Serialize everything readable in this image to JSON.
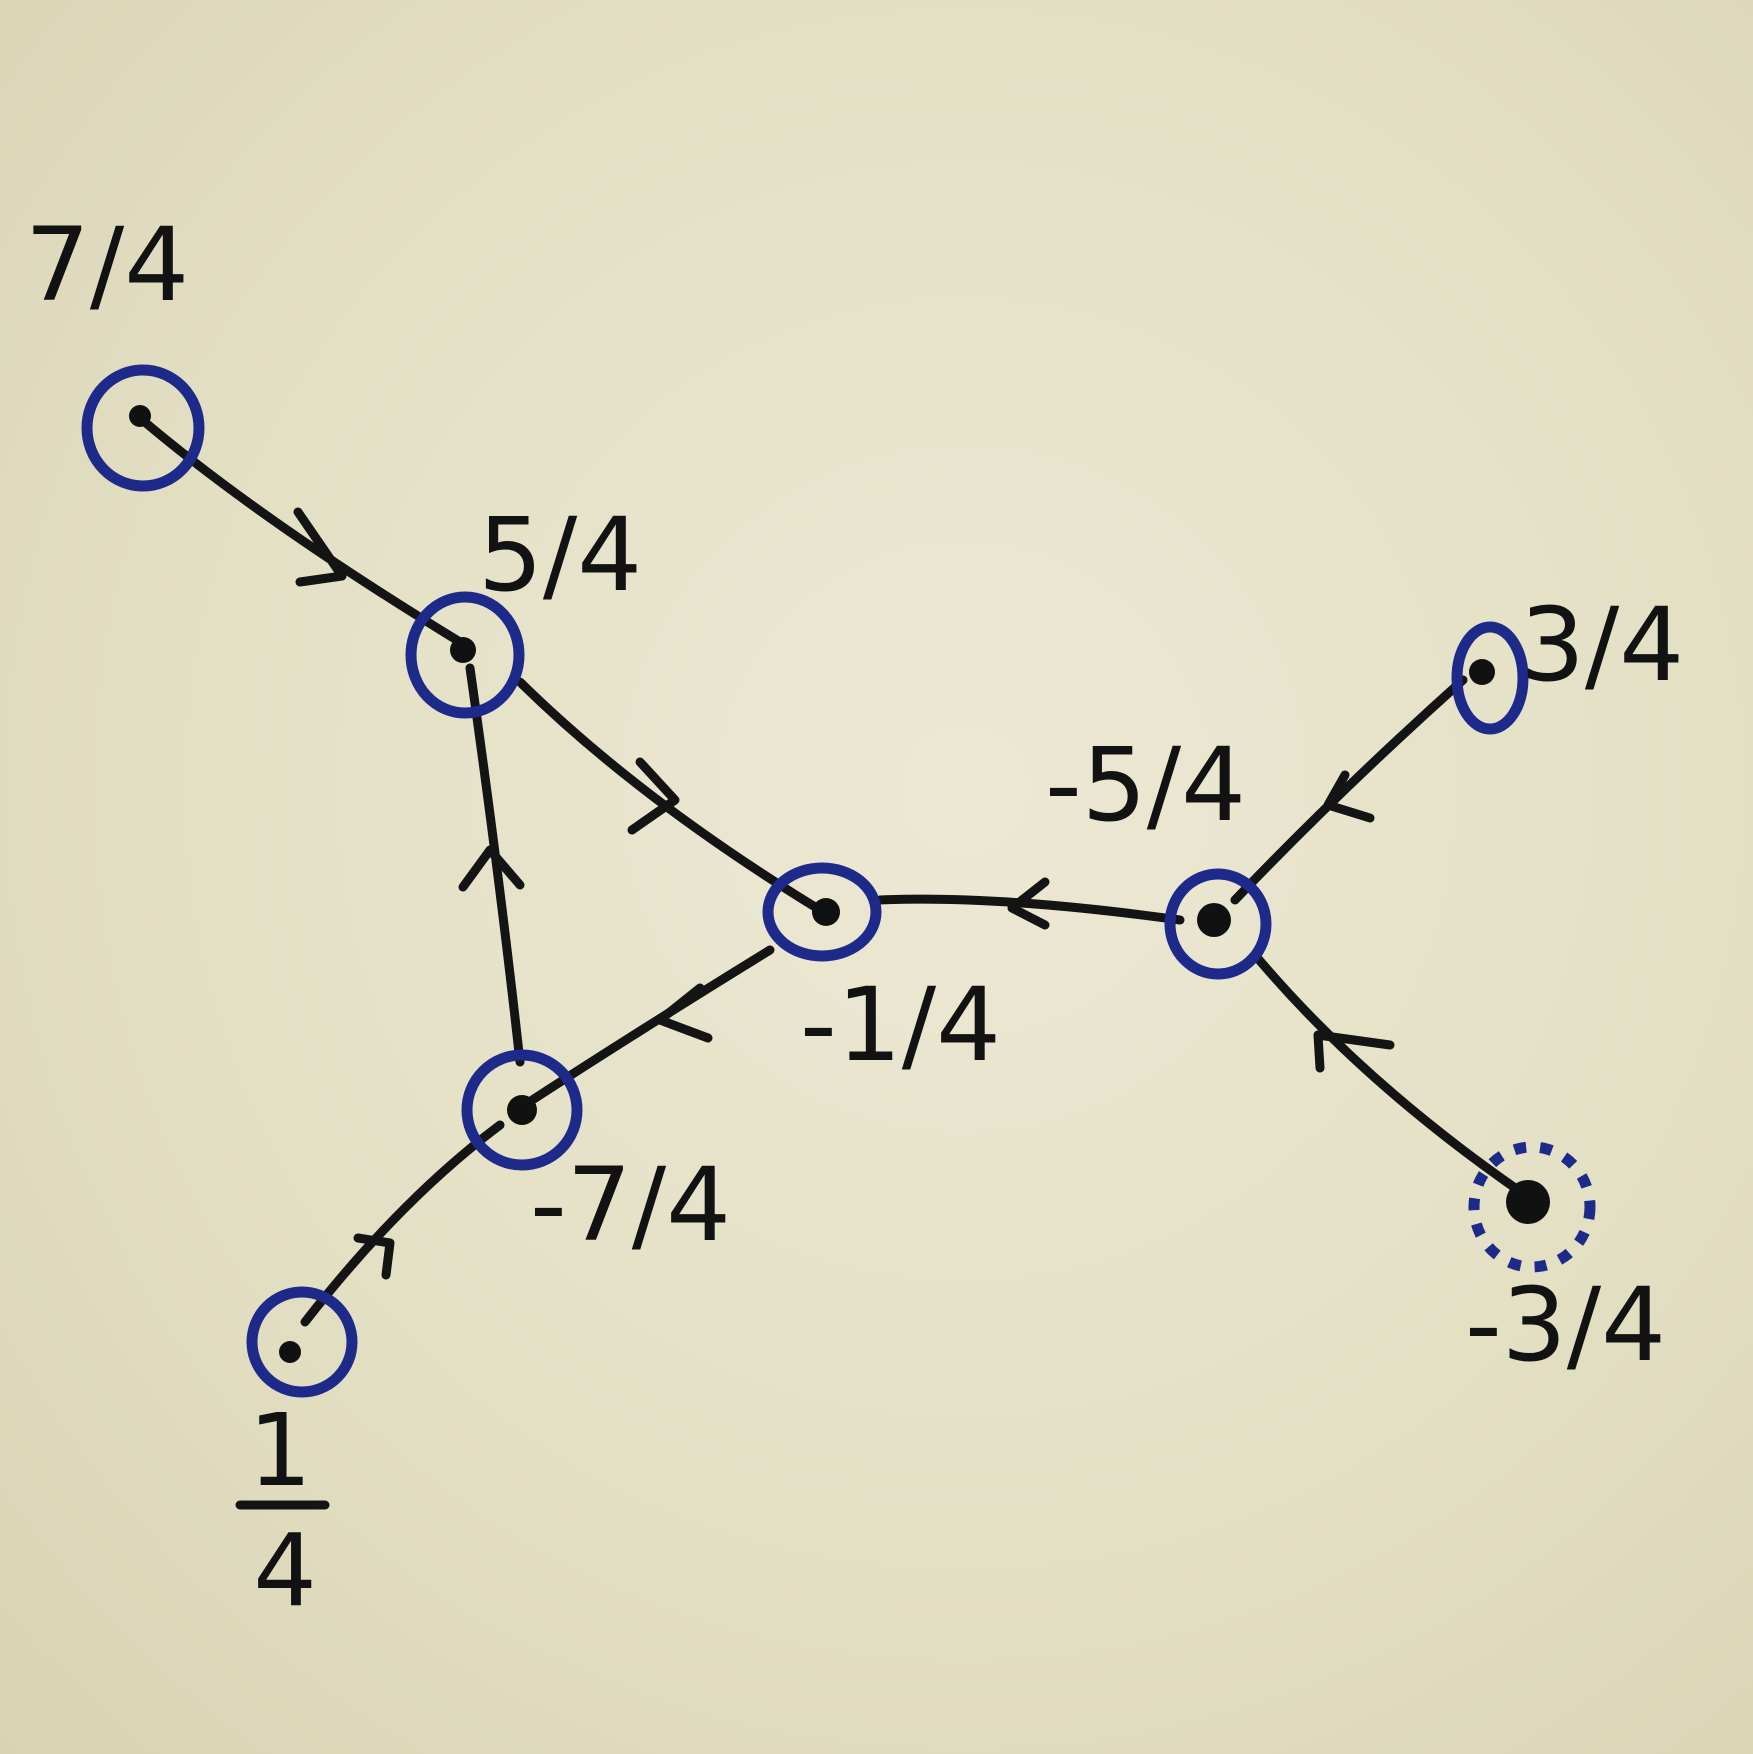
{
  "colors": {
    "board": "#e4e0c4",
    "ink": "#141414",
    "ring": "#1d2a8a"
  },
  "nodes": [
    {
      "id": "a",
      "label": "7/4",
      "ring": "solid"
    },
    {
      "id": "b",
      "label": "5/4",
      "ring": "solid"
    },
    {
      "id": "c",
      "label": "-1/4",
      "ring": "solid"
    },
    {
      "id": "d",
      "label": "-7/4",
      "ring": "solid"
    },
    {
      "id": "e",
      "label": "1/4",
      "ring": "solid",
      "numerator": "1",
      "denominator": "4"
    },
    {
      "id": "f",
      "label": "-5/4",
      "ring": "solid"
    },
    {
      "id": "g",
      "label": "3/4",
      "ring": "solid"
    },
    {
      "id": "h",
      "label": "-3/4",
      "ring": "dashed"
    }
  ],
  "edges": [
    {
      "from": "a",
      "to": "b"
    },
    {
      "from": "b",
      "to": "c"
    },
    {
      "from": "c",
      "to": "d"
    },
    {
      "from": "d",
      "to": "b"
    },
    {
      "from": "e",
      "to": "d"
    },
    {
      "from": "f",
      "to": "c"
    },
    {
      "from": "g",
      "to": "f"
    },
    {
      "from": "h",
      "to": "f"
    }
  ]
}
